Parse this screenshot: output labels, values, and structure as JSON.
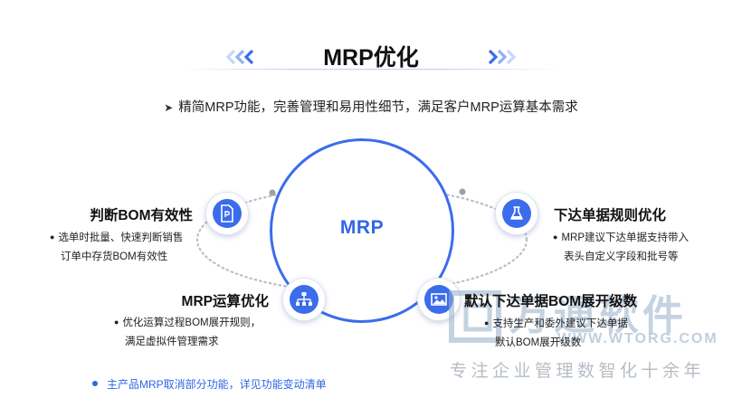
{
  "header": {
    "title": "MRP优化",
    "subtitle": "精简MRP功能，完善管理和易用性细节，满足客户MRP运算基本需求",
    "subtitle_marker": "➤",
    "accent_color": "#3b6cec"
  },
  "center": {
    "label": "MRP"
  },
  "features": [
    {
      "title": "判断BOM有效性",
      "icon": "document-p-icon",
      "lines": [
        "选单时批量、快速判断销售",
        "订单中存货BOM有效性"
      ]
    },
    {
      "title": "下达单据规则优化",
      "icon": "flask-icon",
      "lines": [
        "MRP建议下达单据支持带入",
        "表头自定义字段和批号等"
      ]
    },
    {
      "title": "MRP运算优化",
      "icon": "hierarchy-icon",
      "lines": [
        "优化运算过程BOM展开规则，",
        "满足虚拟件管理需求"
      ]
    },
    {
      "title": "默认下达单据BOM展开级数",
      "icon": "image-icon",
      "lines": [
        "支持生产和委外建议下达单据",
        "默认BOM展开级数"
      ]
    }
  ],
  "footnote": "主产品MRP取消部分功能，详见功能变动清单",
  "watermark": {
    "brand": "万通软件",
    "url": "WWW.WTORG.COM",
    "slogan": "专注企业管理数智化十余年"
  }
}
